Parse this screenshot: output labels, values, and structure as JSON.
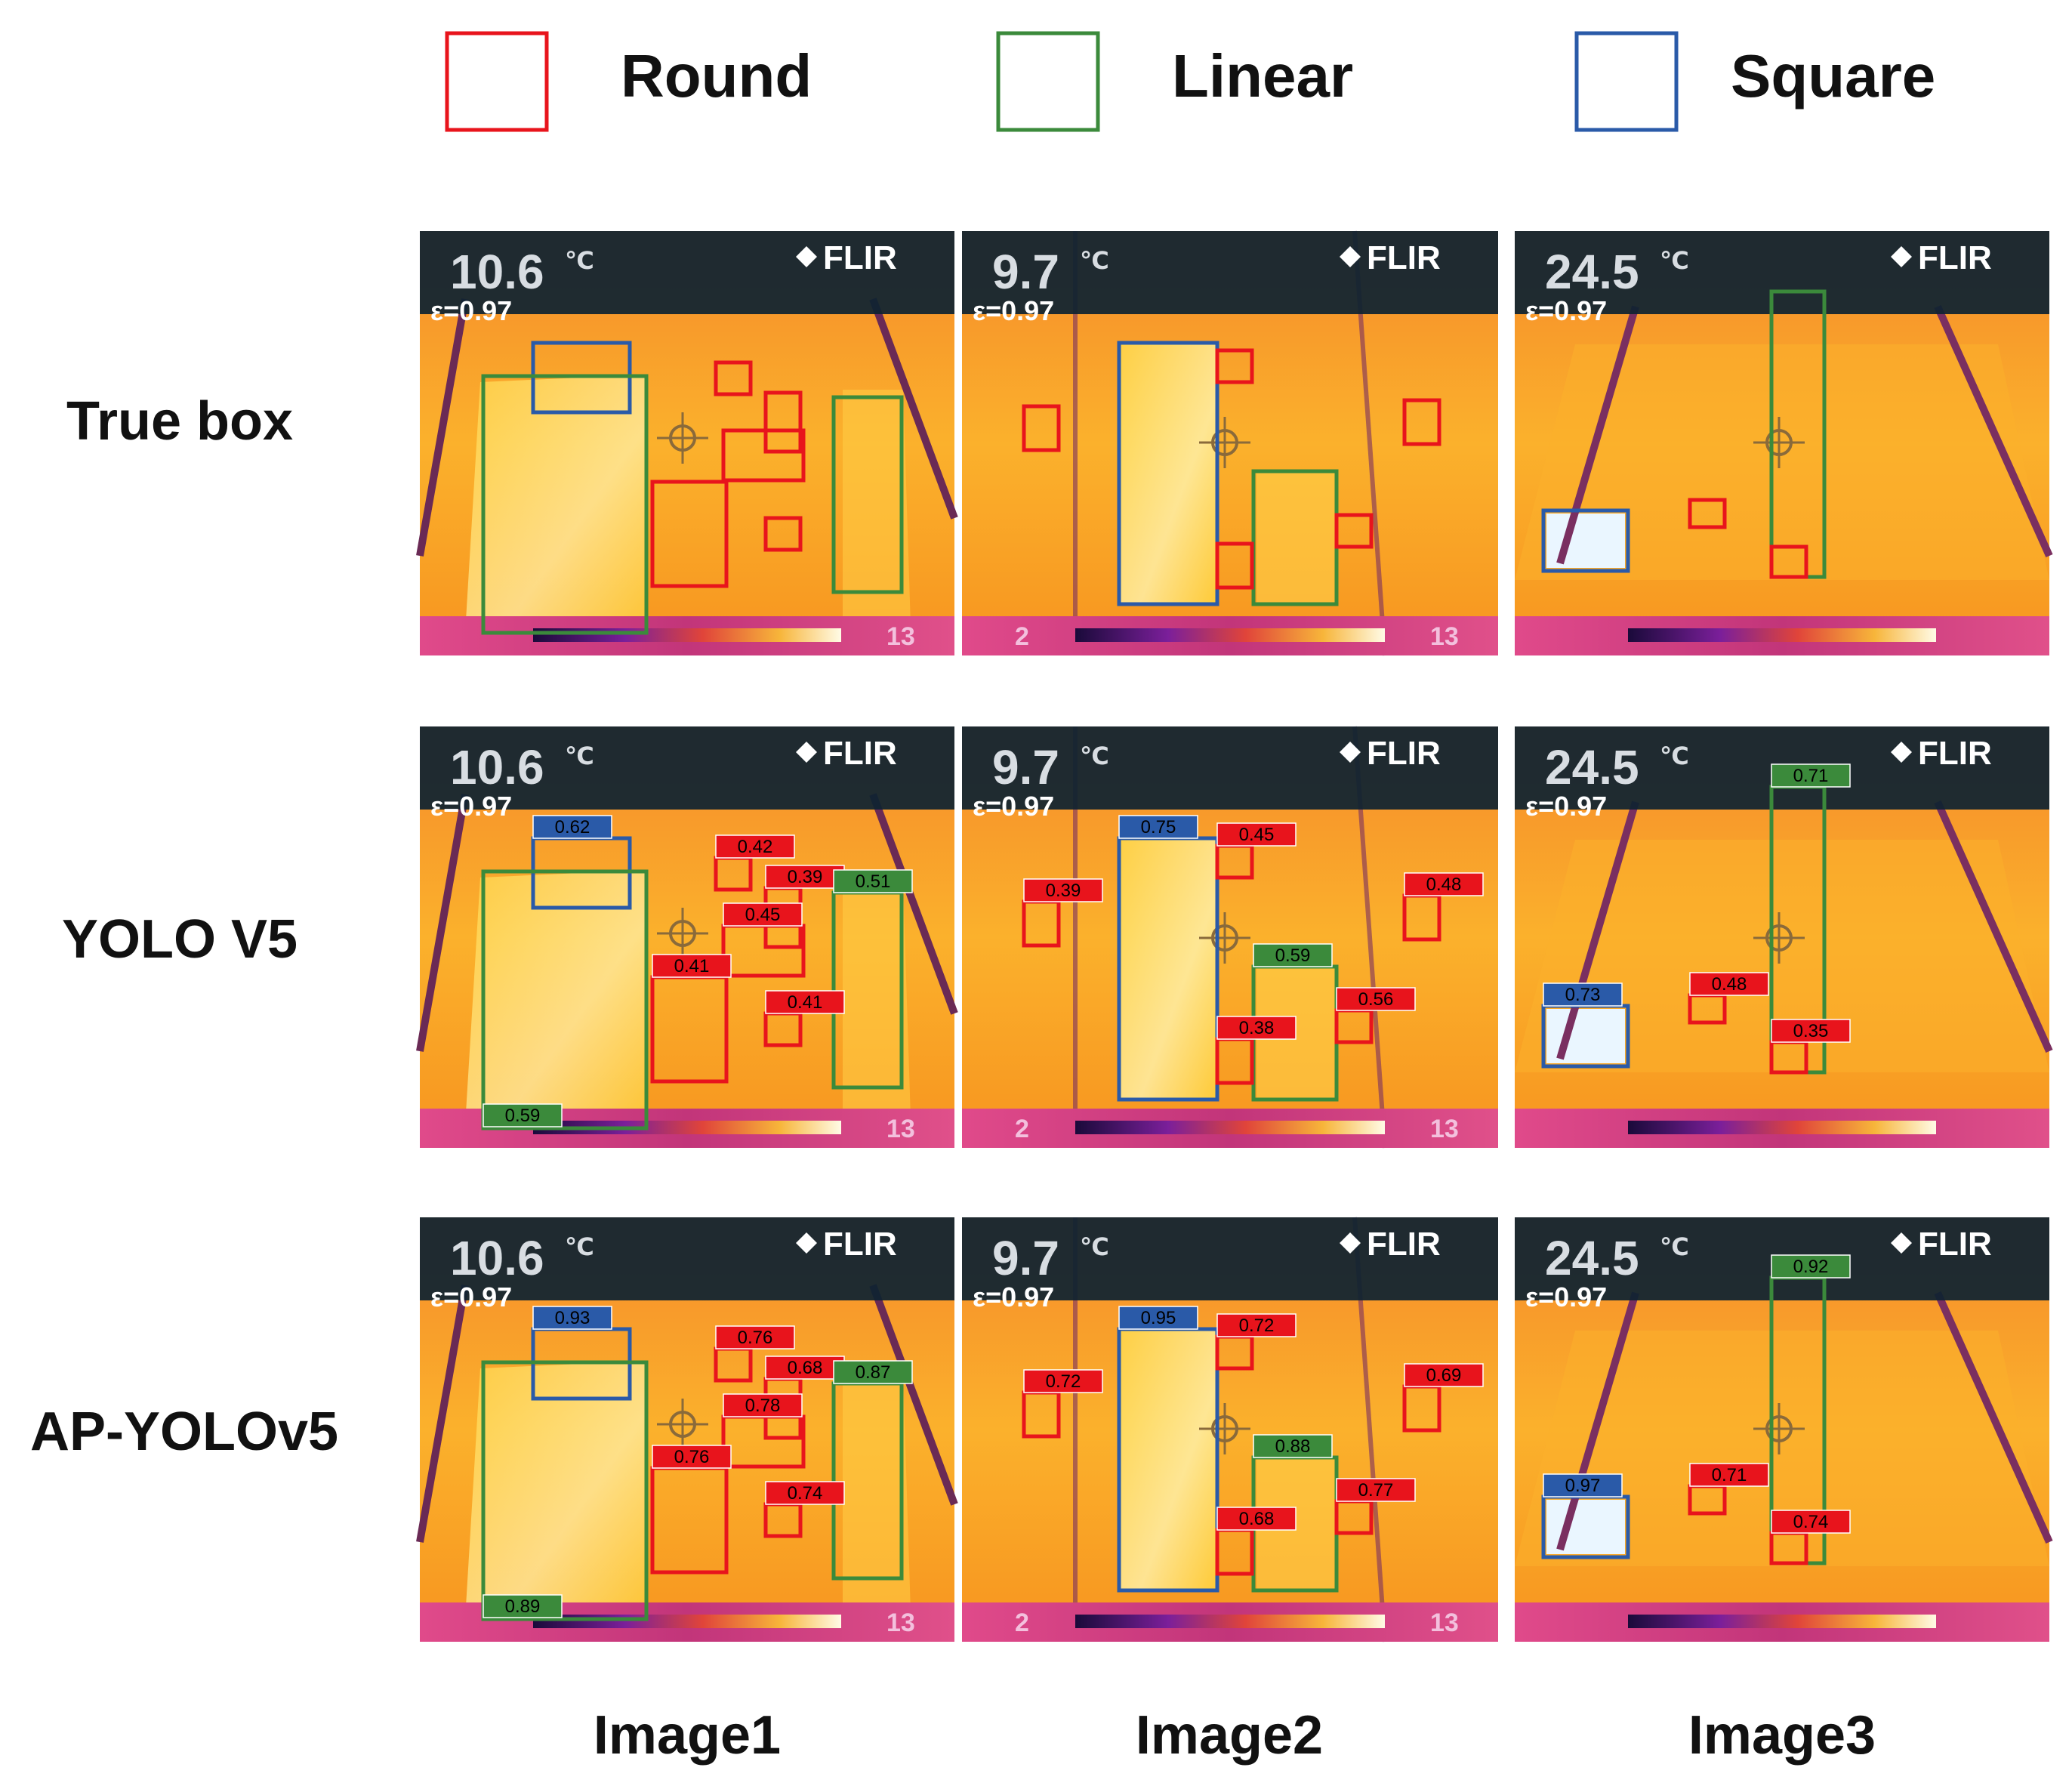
{
  "legend": [
    {
      "label": "Round",
      "color": "#e8141c"
    },
    {
      "label": "Linear",
      "color": "#3b8a3b"
    },
    {
      "label": "Square",
      "color": "#2a5aa8"
    }
  ],
  "row_labels": [
    "True box",
    "YOLO V5",
    "AP-YOLOv5"
  ],
  "col_labels": [
    "Image1",
    "Image2",
    "Image3"
  ],
  "brand": "FLIR",
  "images": [
    {
      "temp": "10.6",
      "unit": "℃",
      "emiss": "ε=0.97",
      "scale_min": "",
      "scale_max": "13"
    },
    {
      "temp": "9.7",
      "unit": "℃",
      "emiss": "ε=0.97",
      "scale_min": "2",
      "scale_max": "13"
    },
    {
      "temp": "24.5",
      "unit": "℃",
      "emiss": "ε=0.97",
      "scale_min": "",
      "scale_max": ""
    }
  ],
  "scores": {
    "yolov5": {
      "image1": [
        "0.62",
        "0.42",
        "0.39",
        "0.51",
        "0.45",
        "0.41",
        "0.41",
        "0.59"
      ],
      "image2": [
        "0.75",
        "0.45",
        "0.39",
        "0.48",
        "0.59",
        "0.38",
        "0.56"
      ],
      "image3": [
        "0.71",
        "0.73",
        "0.48",
        "0.35"
      ]
    },
    "ap_yolov5": {
      "image1": [
        "0.93",
        "0.76",
        "0.68",
        "0.87",
        "0.78",
        "0.76",
        "0.74",
        "0.89"
      ],
      "image2": [
        "0.95",
        "0.72",
        "0.72",
        "0.69",
        "0.88",
        "0.68",
        "0.77"
      ],
      "image3": [
        "0.92",
        "0.97",
        "0.71",
        "0.74"
      ]
    }
  }
}
